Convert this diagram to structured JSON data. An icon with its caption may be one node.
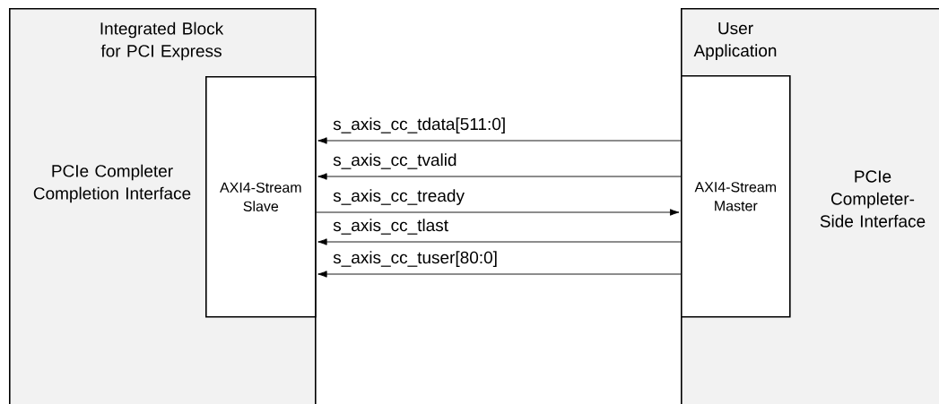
{
  "diagram": {
    "nodes": [
      {
        "text": [
          "Integrated Block for PCI Express",
          "PCIe Completer Completion Interface"
        ]
      },
      {
        "text": [
          "AXI4-Stream Slave"
        ],
        "in": 0
      },
      {
        "text": [
          "User Application",
          "PCIe Completer-Side Interface"
        ]
      },
      {
        "text": [
          "AXI4-Stream Master"
        ],
        "in": 2
      }
    ],
    "edges": [
      {
        "from": 3,
        "to": 1,
        "arrow": "to",
        "label": "s_axis_cc_tdata[511:0]"
      },
      {
        "from": 3,
        "to": 1,
        "arrow": "to",
        "label": "s_axis_cc_tvalid"
      },
      {
        "from": 1,
        "to": 3,
        "arrow": "to",
        "label": "s_axis_cc_tready"
      },
      {
        "from": 3,
        "to": 1,
        "arrow": "to",
        "label": "s_axis_cc_tlast"
      },
      {
        "from": 3,
        "to": 1,
        "arrow": "to",
        "label": "s_axis_cc_tuser[80:0]"
      }
    ]
  }
}
